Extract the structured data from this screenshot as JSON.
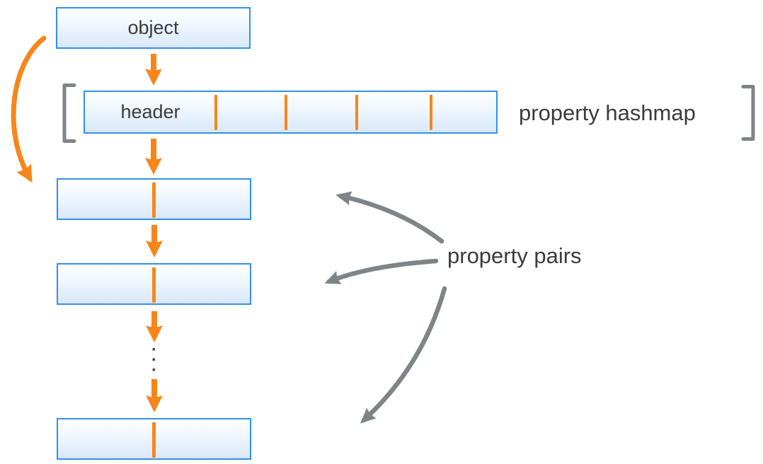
{
  "diagram": {
    "object_box": {
      "label": "object"
    },
    "hashmap": {
      "header_label": "header",
      "label": "property hashmap",
      "cell_divider_count": 4
    },
    "pairs": {
      "label": "property pairs",
      "visible_pair_boxes": 3,
      "ellipsis_dot_count": 3
    }
  },
  "colors": {
    "orange_accent": "#F7861A",
    "box_border_blue": "#3190EE",
    "box_fill_top": "#FEFFFF",
    "box_fill_bottom": "#D9E8FA",
    "gray_annotation": "#7E8487",
    "text_dark": "#3B3B3C"
  }
}
